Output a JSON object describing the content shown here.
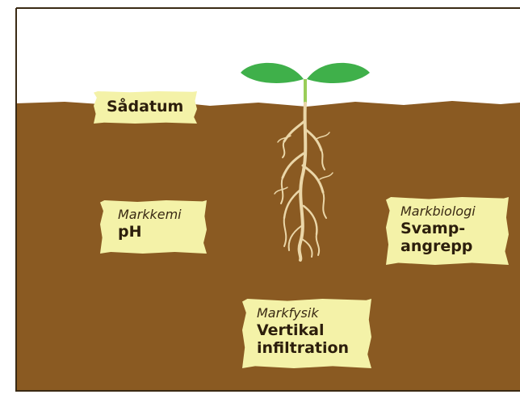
{
  "labels": {
    "sadatum": {
      "main": "Sådatum"
    },
    "markkemi": {
      "category": "Markkemi",
      "main": "pH"
    },
    "markbiologi": {
      "category": "Markbiologi",
      "main_line1": "Svamp-",
      "main_line2": "angrepp"
    },
    "markfysik": {
      "category": "Markfysik",
      "main_line1": "Vertikal",
      "main_line2": "infiltration"
    }
  },
  "colors": {
    "soil": "#8a5a22",
    "sky": "#ffffff",
    "leaf": "#3fb04a",
    "root": "#ead6a8",
    "label_bg": "#f4f2a8",
    "border": "#3a2a14"
  },
  "icons": [
    "seedling-icon",
    "root-system-icon"
  ]
}
